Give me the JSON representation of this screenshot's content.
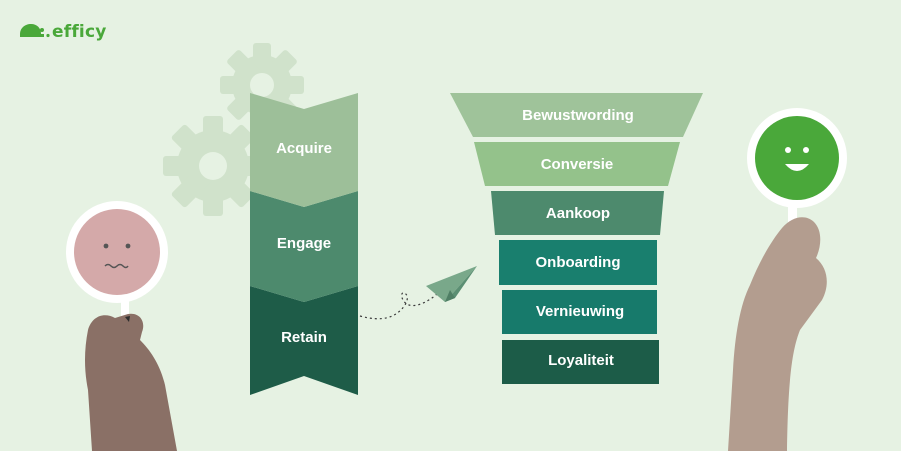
{
  "brand": {
    "name": "efficy",
    "color": "#4aa83a"
  },
  "colors": {
    "background": "#e6f2e3",
    "chevron_acquire": "#9dbf99",
    "chevron_engage": "#4d8a6d",
    "chevron_retain": "#1e5c48",
    "funnel_1": "#9fc39a",
    "funnel_2": "#94c28b",
    "funnel_3": "#4d8a6d",
    "funnel_4": "#197f6e",
    "funnel_5": "#177a6b",
    "funnel_6": "#1c5c48",
    "sad_face": "#d4a9a9",
    "happy_face": "#4aa83a"
  },
  "lifecycle": {
    "stages": [
      "Acquire",
      "Engage",
      "Retain"
    ]
  },
  "funnel": {
    "stages": [
      "Bewustwording",
      "Conversie",
      "Aankoop",
      "Onboarding",
      "Vernieuwing",
      "Loyaliteit"
    ]
  },
  "icons": {
    "gears": "gears-icon",
    "paper_plane": "paper-plane-icon",
    "sad_face": "sad-face-icon",
    "happy_face": "happy-face-icon"
  }
}
